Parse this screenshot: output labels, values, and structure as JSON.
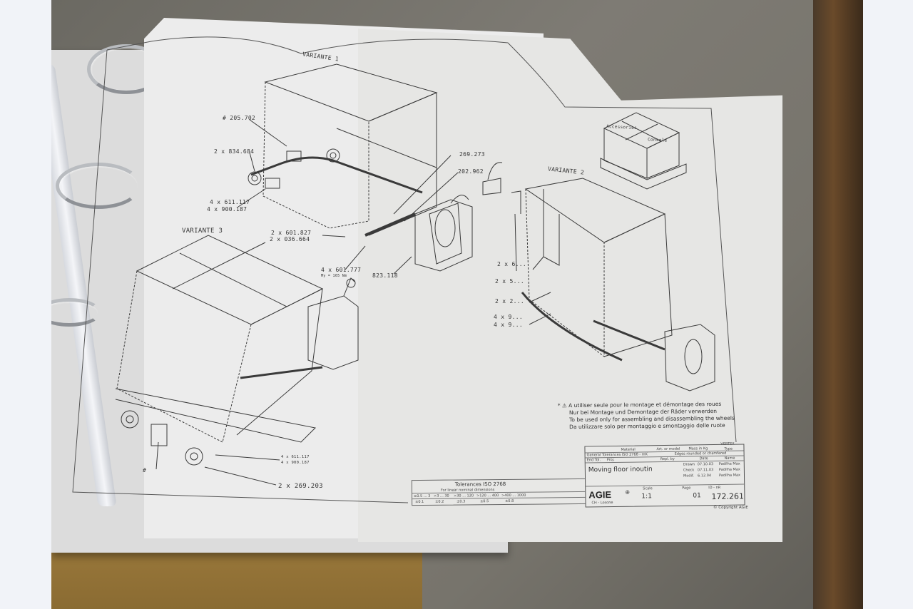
{
  "scene": {
    "description": "Photo of an open ring binder containing an AGIE technical drawing sheet, lying on a concrete floor",
    "colors": {
      "letterbox": "#f1f3f8",
      "floor_concrete": "#77746c",
      "paper": "#e8e8e6",
      "linework": "#333333",
      "binder_rings": "#b9bcc0"
    }
  },
  "drawing": {
    "variants": [
      {
        "label": "VARIANTE 1"
      },
      {
        "label": "VARIANTE 2"
      },
      {
        "label": "VARIANTE 3"
      }
    ],
    "callouts": {
      "variante1": [
        "# 205.702",
        "2 x 834.684",
        "4 x 611.117",
        "4 x 900.187",
        "2 x 601.827",
        "2 x 036.664",
        "269.273",
        "202.962"
      ],
      "center": [
        "4 x 601.777",
        "My = 165 Nm",
        "823.118"
      ],
      "variante2": [
        "2 x 6...",
        "2 x 5...",
        "2 x 2...",
        "4 x 9...",
        "4 x 9..."
      ],
      "variante3": [
        "#",
        "4 x 611.117",
        "4 x 900.187",
        "2 x 269.203"
      ]
    },
    "pallet": {
      "box1": "Accessories",
      "box2": "Console"
    },
    "note": {
      "marker": "*",
      "icon": "warning-triangle-icon",
      "lines": [
        "A utiliser seule pour le montage et démontage des roues",
        "Nur bei Montage und Demontage der Räder verwerden",
        "To be used only for assembling and disassembling the wheels",
        "Da utilizzare solo per montaggio e smontaggio delle ruote"
      ]
    },
    "tolerances": {
      "title": "Tolerances ISO 2768",
      "subtitle": "For linear nominal dimensions",
      "ranges": [
        "≥0.5 ... 3",
        ">3 ... 30",
        ">30 ... 120",
        ">120 ... 400",
        ">400 ... 1000"
      ],
      "values": [
        "±0.1",
        "±0.2",
        "±0.3",
        "±0.5",
        "±0.8"
      ]
    },
    "title_block": {
      "material_label": "Material",
      "art_model_label": "Art. or model",
      "mass_label": "Mass in Kg",
      "general_tolerances": "General Tolerances ISO 2768 - mK",
      "edges_label": "Edges rounded or chamfered",
      "end_tol_label": "End Tol.",
      "proj_label": "Proj.",
      "repl_label": "Repl. by",
      "date_label": "Date",
      "name_label": "Name",
      "drawn_label": "Drawn",
      "check_label": "Check",
      "modif_label": "Modif.",
      "drawn_date": "07.10.03",
      "check_date": "07.11.03",
      "modif_date": "6.12.04",
      "drawn_name": "Padilha Max",
      "check_name": "Padilha Max",
      "modif_name": "Padilha Max",
      "revision_block": "VERTEX",
      "type_label": "Type",
      "title": "Moving floor inoutin",
      "company": "AGIE",
      "company_sub": "CH - Losone",
      "scale_label": "Scale",
      "scale": "1:1",
      "page_label": "Page",
      "page": "01",
      "id_label": "ID - nR",
      "drawing_number": "172.261",
      "copyright": "© Copyright AGIE"
    }
  }
}
